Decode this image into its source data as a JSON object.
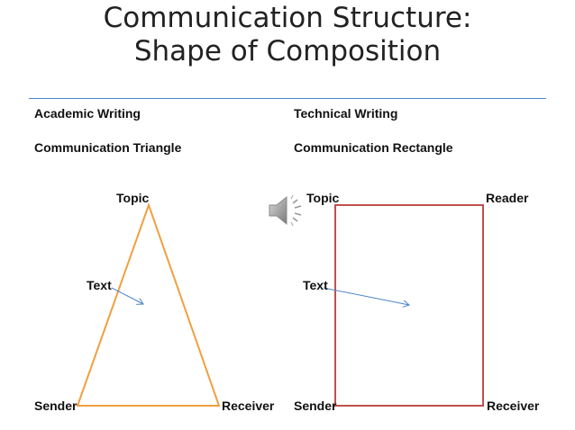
{
  "title": {
    "line1": "Communication Structure:",
    "line2": "Shape of Composition"
  },
  "left": {
    "heading": "Academic Writing",
    "subheading": "Communication Triangle",
    "labels": {
      "top": "Topic",
      "text": "Text",
      "bottom_left": "Sender",
      "bottom_right": "Receiver"
    },
    "shape_color": "#f0a040"
  },
  "right": {
    "heading": "Technical Writing",
    "subheading": "Communication Rectangle",
    "labels": {
      "top_left": "Topic",
      "top_right": "Reader",
      "text": "Text",
      "bottom_left": "Sender",
      "bottom_right": "Receiver"
    },
    "shape_color": "#c0504d"
  },
  "arrow_color": "#4a86c8",
  "icons": {
    "audio": "speaker-icon"
  }
}
